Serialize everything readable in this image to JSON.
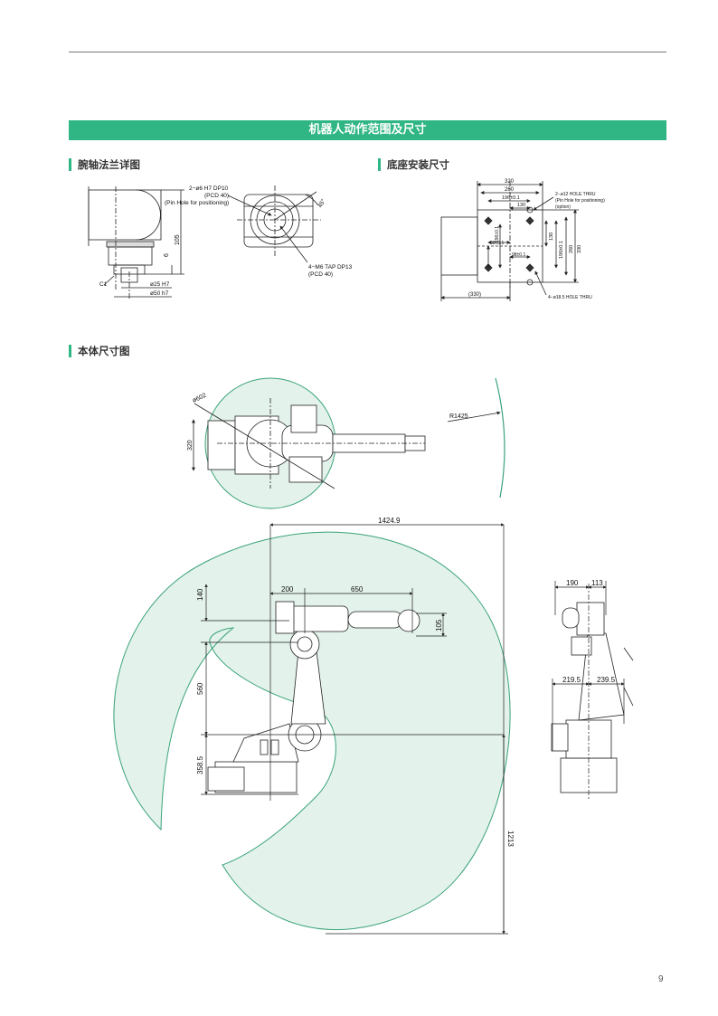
{
  "section_title": "机器人动作范围及尺寸",
  "subsections": {
    "wrist_flange": "腕轴法兰详图",
    "base_mount": "底座安装尺寸",
    "body_dimensions": "本体尺寸图"
  },
  "wrist": {
    "pin_hole_1": "2−ø6 H7 DP10",
    "pin_hole_2": "(PCD 40)",
    "pin_hole_3": "(Pin Hole for positioning)",
    "tap_1": "4−M6 TAP DP13",
    "tap_2": "(PCD 40)",
    "angle": "45°",
    "dim_105": "105",
    "dim_6": "6",
    "c1": "C1",
    "d25": "ø25 H7",
    "d50": "ø50 h7"
  },
  "base": {
    "w320": "320",
    "w260": "260",
    "w196": "196±0.1",
    "w130": "130",
    "h130": "130",
    "h196": "196±0.1",
    "h260": "260",
    "h330": "330",
    "v98a": "98±0.1",
    "v98b": "98±0.1",
    "v196": "196±0.1",
    "bottom330": "(330)",
    "hole12_1": "2−ø12 HOLE THRU",
    "hole12_2": "(Pin Hole for positioning)",
    "hole12_3": "(option)",
    "hole185": "4−ø18.5 HOLE THRU"
  },
  "top_view": {
    "d602": "ø602",
    "r1425": "R1425",
    "w320": "320"
  },
  "side_view": {
    "d1424_9": "1424.9",
    "d200": "200",
    "d650": "650",
    "d140": "140",
    "d105": "105",
    "d560": "560",
    "d358_5": "358.5",
    "d1213": "1213"
  },
  "front_view": {
    "d190": "190",
    "d113": "113",
    "d219_5": "219.5",
    "d239_5": "239.5"
  },
  "page_number": "9",
  "colors": {
    "accent": "#2fb684",
    "envelope_fill": "#e3f2ea",
    "envelope_stroke": "#3aa37a"
  }
}
